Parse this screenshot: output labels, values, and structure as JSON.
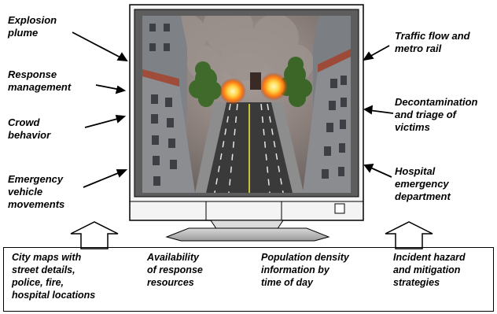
{
  "left_labels": [
    "Explosion\nplume",
    "Response\nmanagement",
    "Crowd\nbehavior",
    "Emergency\nvehicle\nmovements"
  ],
  "right_labels": [
    "Traffic flow and\nmetro rail",
    "Decontamination\nand triage of\nvictims",
    "Hospital\nemergency\ndepartment"
  ],
  "inputs": [
    "City maps with\nstreet details,\npolice, fire,\nhospital locations",
    "Availability\nof response\nresources",
    "Population density\ninformation by\ntime of day",
    "Incident hazard\nand mitigation\nstrategies"
  ],
  "image": {
    "subject": "3D city street scene with explosion, buildings and trees shown on a computer monitor",
    "icons": [
      "monitor-icon",
      "explosion-icon",
      "building-icon",
      "tree-icon",
      "road-icon",
      "arrow-icon"
    ]
  },
  "colors": {
    "monitor_bezel": "#f2f2f2",
    "screen_frame": "#5a5a5a",
    "smoke": "#8a7d78",
    "fire": "#ff8a1a",
    "road": "#3b3b3b",
    "building": "#7d7f84",
    "tree": "#3e6b2a"
  }
}
